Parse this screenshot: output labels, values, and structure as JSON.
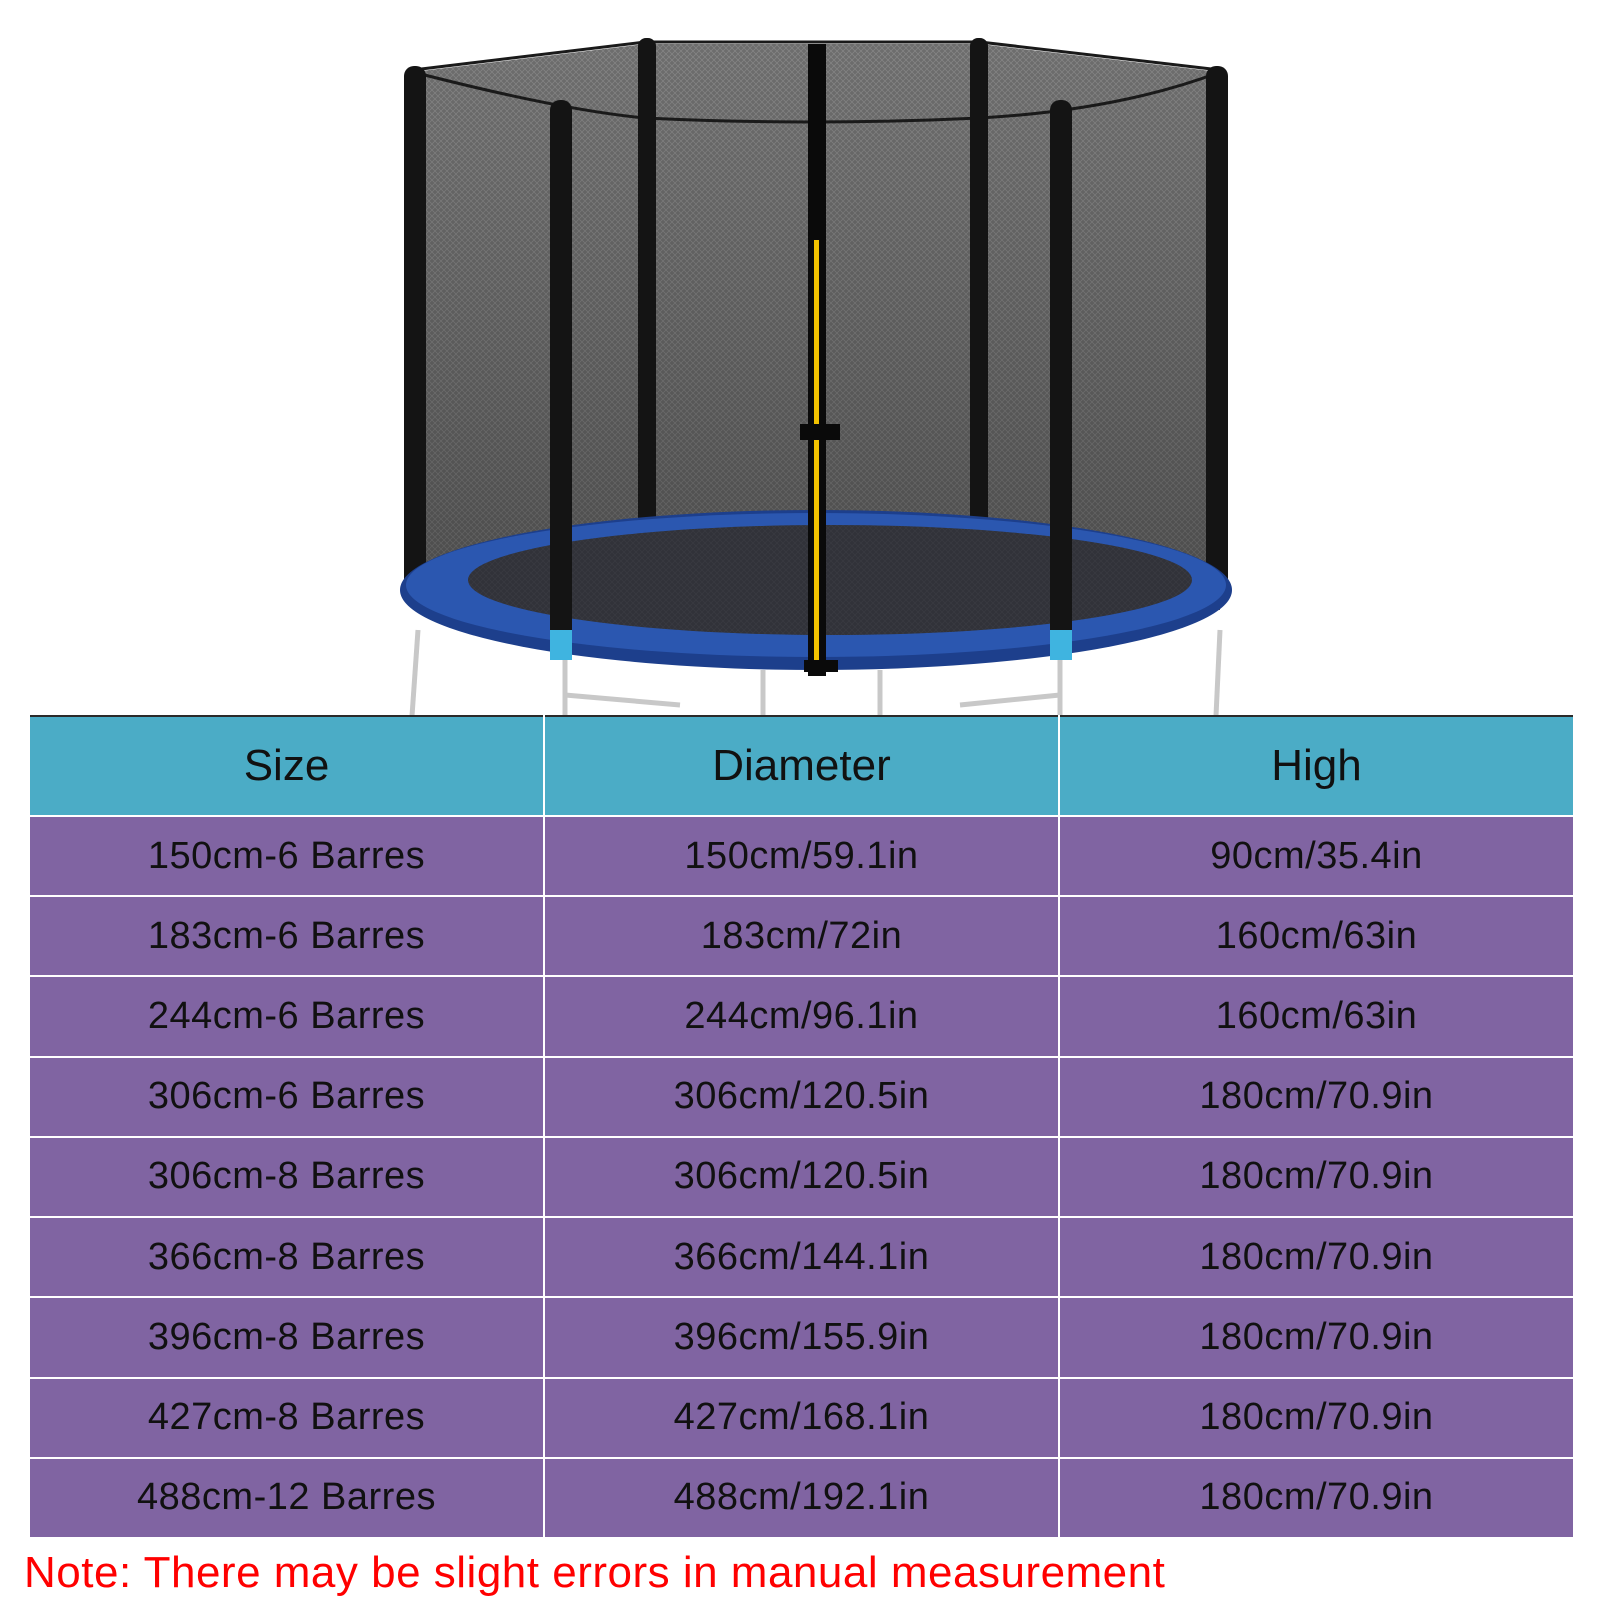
{
  "table": {
    "headers": [
      "Size",
      "Diameter",
      "High"
    ],
    "rows": [
      [
        "150cm-6 Barres",
        "150cm/59.1in",
        "90cm/35.4in"
      ],
      [
        "183cm-6 Barres",
        "183cm/72in",
        "160cm/63in"
      ],
      [
        "244cm-6 Barres",
        "244cm/96.1in",
        "160cm/63in"
      ],
      [
        "306cm-6 Barres",
        "306cm/120.5in",
        "180cm/70.9in"
      ],
      [
        "306cm-8 Barres",
        "306cm/120.5in",
        "180cm/70.9in"
      ],
      [
        "366cm-8 Barres",
        "366cm/144.1in",
        "180cm/70.9in"
      ],
      [
        "396cm-8 Barres",
        "396cm/155.9in",
        "180cm/70.9in"
      ],
      [
        "427cm-8 Barres",
        "427cm/168.1in",
        "180cm/70.9in"
      ],
      [
        "488cm-12 Barres",
        "488cm/192.1in",
        "180cm/70.9in"
      ]
    ]
  },
  "note": "Note: There may be slight errors in manual measurement",
  "colors": {
    "header_bg": "#4bacc6",
    "row_bg": "#8064a2",
    "note_text": "#ff0000",
    "mat_blue": "#1d3f8c",
    "measure_line": "#f2c200"
  },
  "illustration": {
    "icon": "trampoline-with-safety-net-icon"
  }
}
